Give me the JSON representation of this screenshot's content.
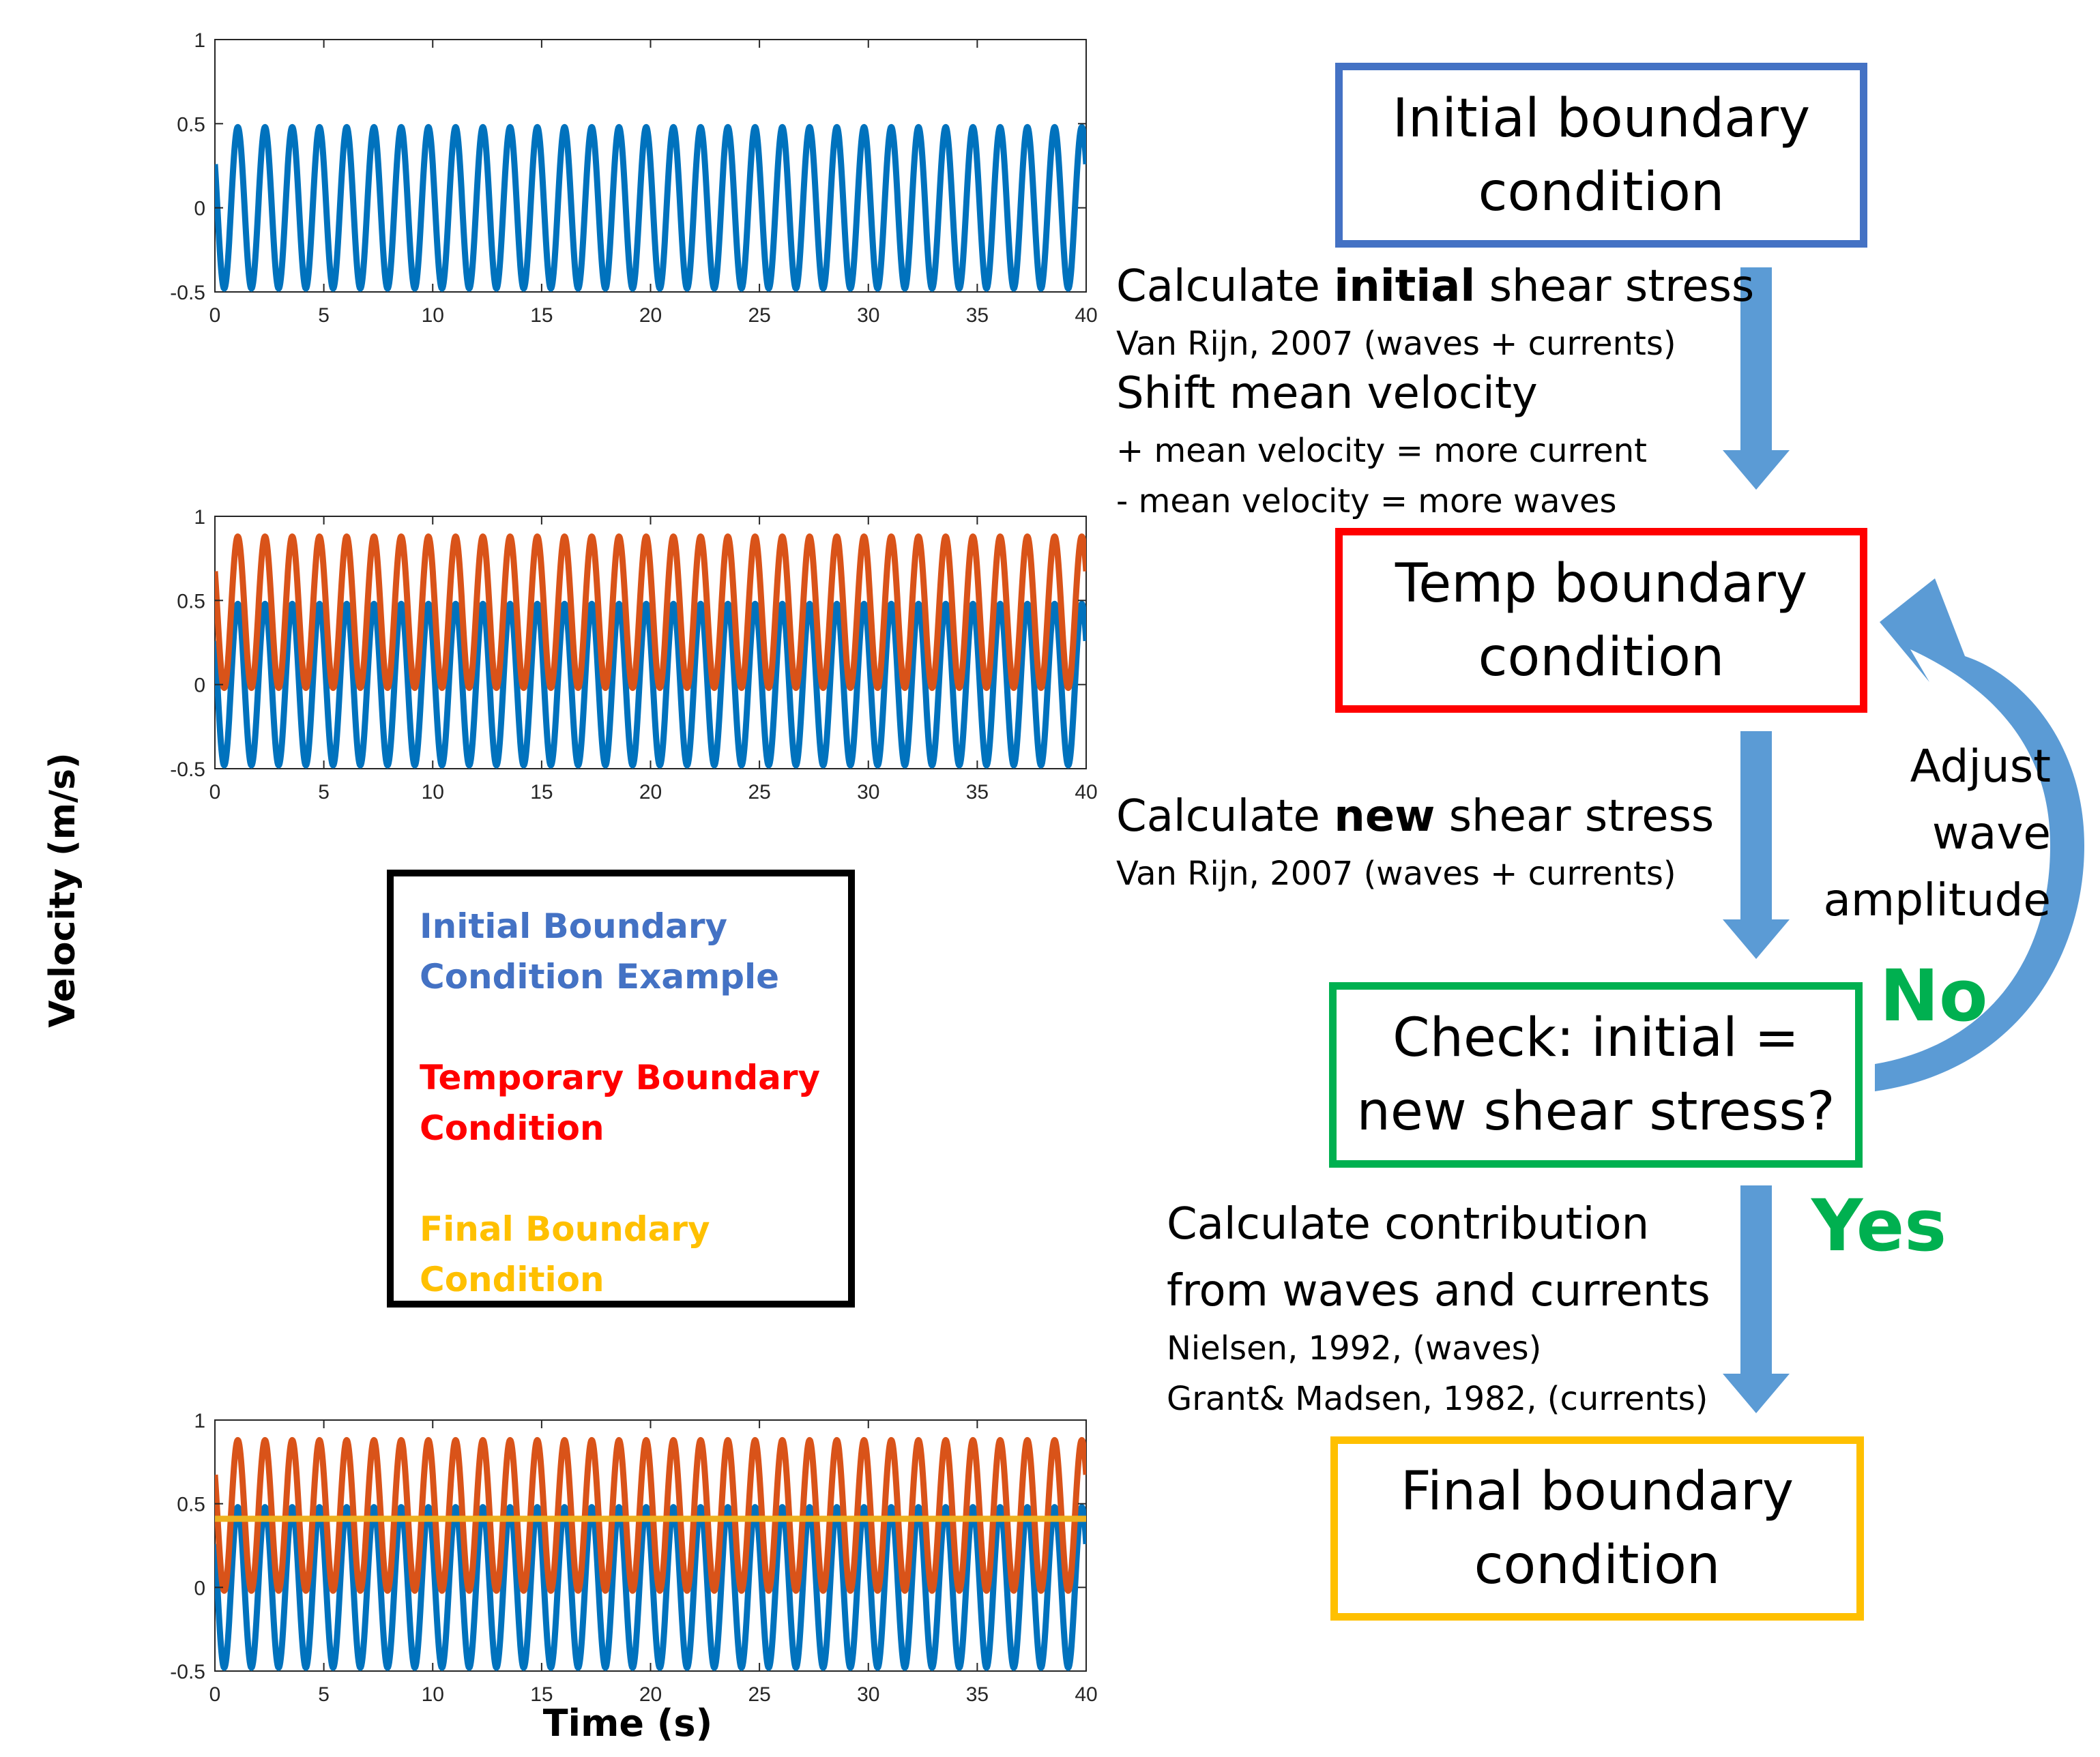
{
  "colors": {
    "initial": "#0072bd",
    "temp": "#d95319",
    "final": "#edb120",
    "box_initial": "#4472c4",
    "box_temp": "#ff0000",
    "box_check": "#00b050",
    "box_final": "#ffc000",
    "legend_initial": "#4472c4",
    "legend_temp": "#ff0000",
    "legend_final": "#ffc000",
    "arrow": "#5b9bd5",
    "decision": "#00b050"
  },
  "axis_labels": {
    "y": "Velocity (m/s)",
    "x": "Time (s)"
  },
  "chart_data": [
    {
      "type": "line",
      "xlim": [
        0,
        40
      ],
      "ylim": [
        -0.5,
        1
      ],
      "xticks": [
        0,
        5,
        10,
        15,
        20,
        25,
        30,
        35,
        40
      ],
      "yticks": [
        -0.5,
        0,
        0.5,
        1
      ],
      "ytick_labels": [
        "-0.5",
        "0",
        "0.5",
        "1"
      ],
      "series": [
        {
          "key": "initial",
          "mean": 0.0,
          "amplitude": 0.48,
          "period": 1.25,
          "phase": 1.0,
          "color": "#0072bd"
        }
      ]
    },
    {
      "type": "line",
      "xlim": [
        0,
        40
      ],
      "ylim": [
        -0.5,
        1
      ],
      "xticks": [
        0,
        5,
        10,
        15,
        20,
        25,
        30,
        35,
        40
      ],
      "yticks": [
        -0.5,
        0,
        0.5,
        1
      ],
      "ytick_labels": [
        "-0.5",
        "0",
        "0.5",
        "1"
      ],
      "series": [
        {
          "key": "initial",
          "mean": 0.0,
          "amplitude": 0.48,
          "period": 1.25,
          "phase": 1.0,
          "color": "#0072bd"
        },
        {
          "key": "temp",
          "mean": 0.43,
          "amplitude": 0.45,
          "period": 1.25,
          "phase": 1.0,
          "color": "#d95319"
        }
      ]
    },
    {
      "type": "line",
      "xlim": [
        0,
        40
      ],
      "ylim": [
        -0.5,
        1
      ],
      "xticks": [
        0,
        5,
        10,
        15,
        20,
        25,
        30,
        35,
        40
      ],
      "yticks": [
        -0.5,
        0,
        0.5,
        1
      ],
      "ytick_labels": [
        "-0.5",
        "0",
        "0.5",
        "1"
      ],
      "series": [
        {
          "key": "initial",
          "mean": 0.0,
          "amplitude": 0.48,
          "period": 1.25,
          "phase": 1.0,
          "color": "#0072bd"
        },
        {
          "key": "temp",
          "mean": 0.43,
          "amplitude": 0.45,
          "period": 1.25,
          "phase": 1.0,
          "color": "#d95319"
        },
        {
          "key": "final",
          "mean": 0.41,
          "amplitude": 0.0,
          "period": 1.25,
          "phase": 0.0,
          "color": "#edb120"
        }
      ]
    }
  ],
  "legend": {
    "initial": "Initial Boundary\nCondition  Example",
    "temp": "Temporary Boundary\nCondition",
    "final": "Final Boundary\nCondition"
  },
  "flow": {
    "box_initial": "Initial boundary\ncondition",
    "box_temp": "Temp boundary\ncondition",
    "box_check": "Check: initial =\nnew shear stress?",
    "box_final": "Final boundary\ncondition",
    "step1_pre": "Calculate ",
    "step1_bold": "initial",
    "step1_post": " shear stress",
    "step1_ref": "Van Rijn, 2007 (waves + currents)",
    "step1b": "Shift mean velocity",
    "step1b_line1": "+ mean velocity = more current",
    "step1b_line2": "- mean velocity = more waves",
    "step2_pre": "Calculate ",
    "step2_bold": "new",
    "step2_post": " shear stress",
    "step2_ref": "Van Rijn, 2007 (waves + currents)",
    "step3_line1": "Calculate contribution",
    "step3_line2": "from waves and currents",
    "step3_ref1": "Nielsen, 1992, (waves)",
    "step3_ref2": "Grant& Madsen, 1982, (currents)",
    "no": "No",
    "yes": "Yes",
    "loop": "Adjust\nwave\namplitude"
  }
}
